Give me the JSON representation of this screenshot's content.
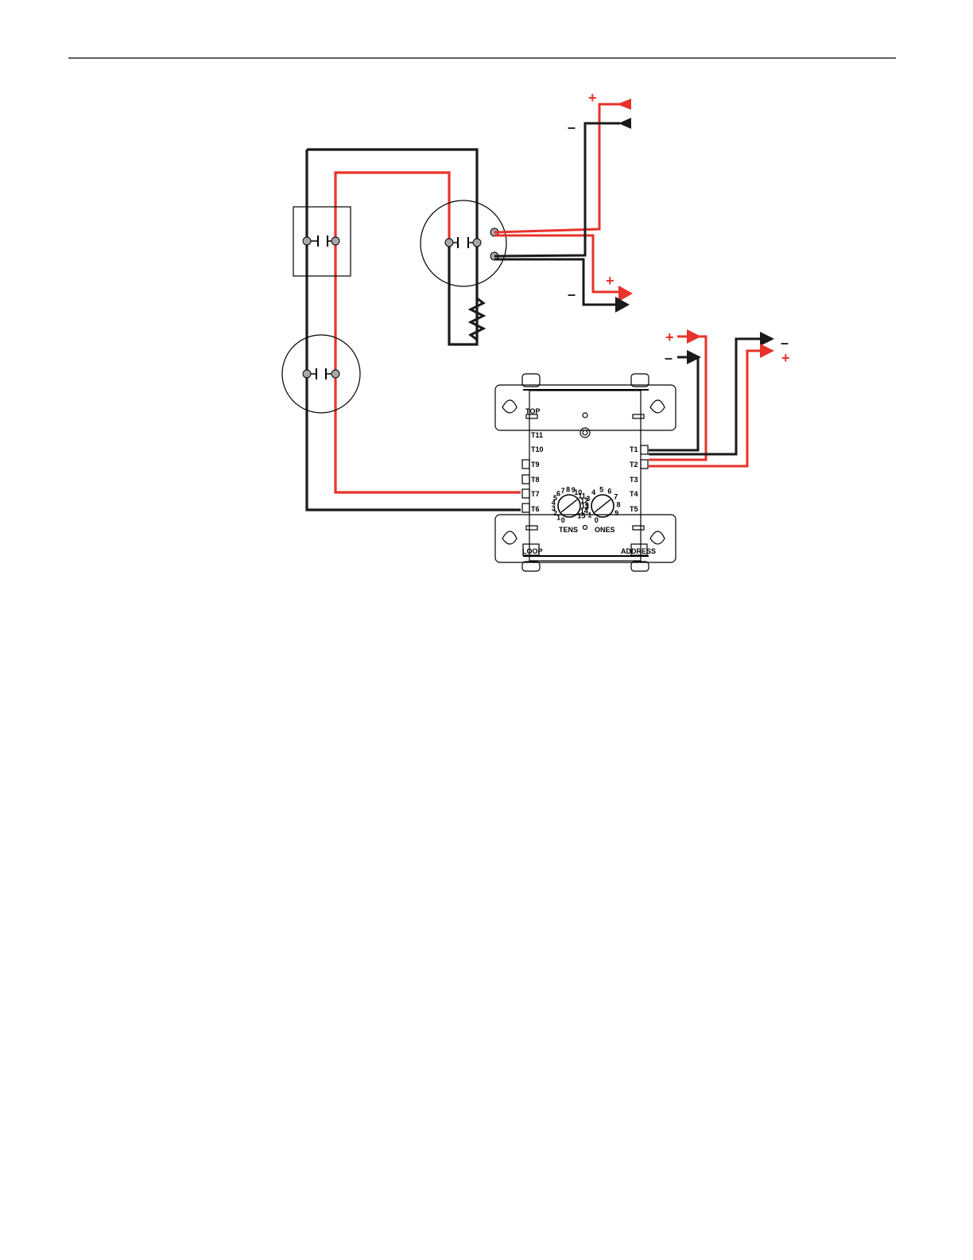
{
  "colors": {
    "positive_wire": "#e8332a",
    "negative_wire": "#1a1a1a",
    "terminal_dot": "#a8a8a8",
    "outline": "#000000",
    "rule": "#000000"
  },
  "polarity": {
    "plus": "+",
    "minus": "–"
  },
  "module": {
    "label_top": "TOP",
    "label_loop": "LOOP",
    "label_address": "ADDRESS",
    "label_tens": "TENS",
    "label_ones": "ONES",
    "left_terminals": [
      "T11",
      "T10",
      "T9",
      "T8",
      "T7",
      "T6"
    ],
    "right_terminals": [
      "T1",
      "T2",
      "T3",
      "T4",
      "T5"
    ],
    "tens_dial": [
      "0",
      "1",
      "2",
      "3",
      "4",
      "5",
      "6",
      "7",
      "8",
      "9",
      "10",
      "11",
      "12",
      "13",
      "14",
      "15"
    ],
    "ones_dial": [
      "0",
      "1",
      "2",
      "3",
      "4",
      "5",
      "6",
      "7",
      "8",
      "9"
    ]
  }
}
